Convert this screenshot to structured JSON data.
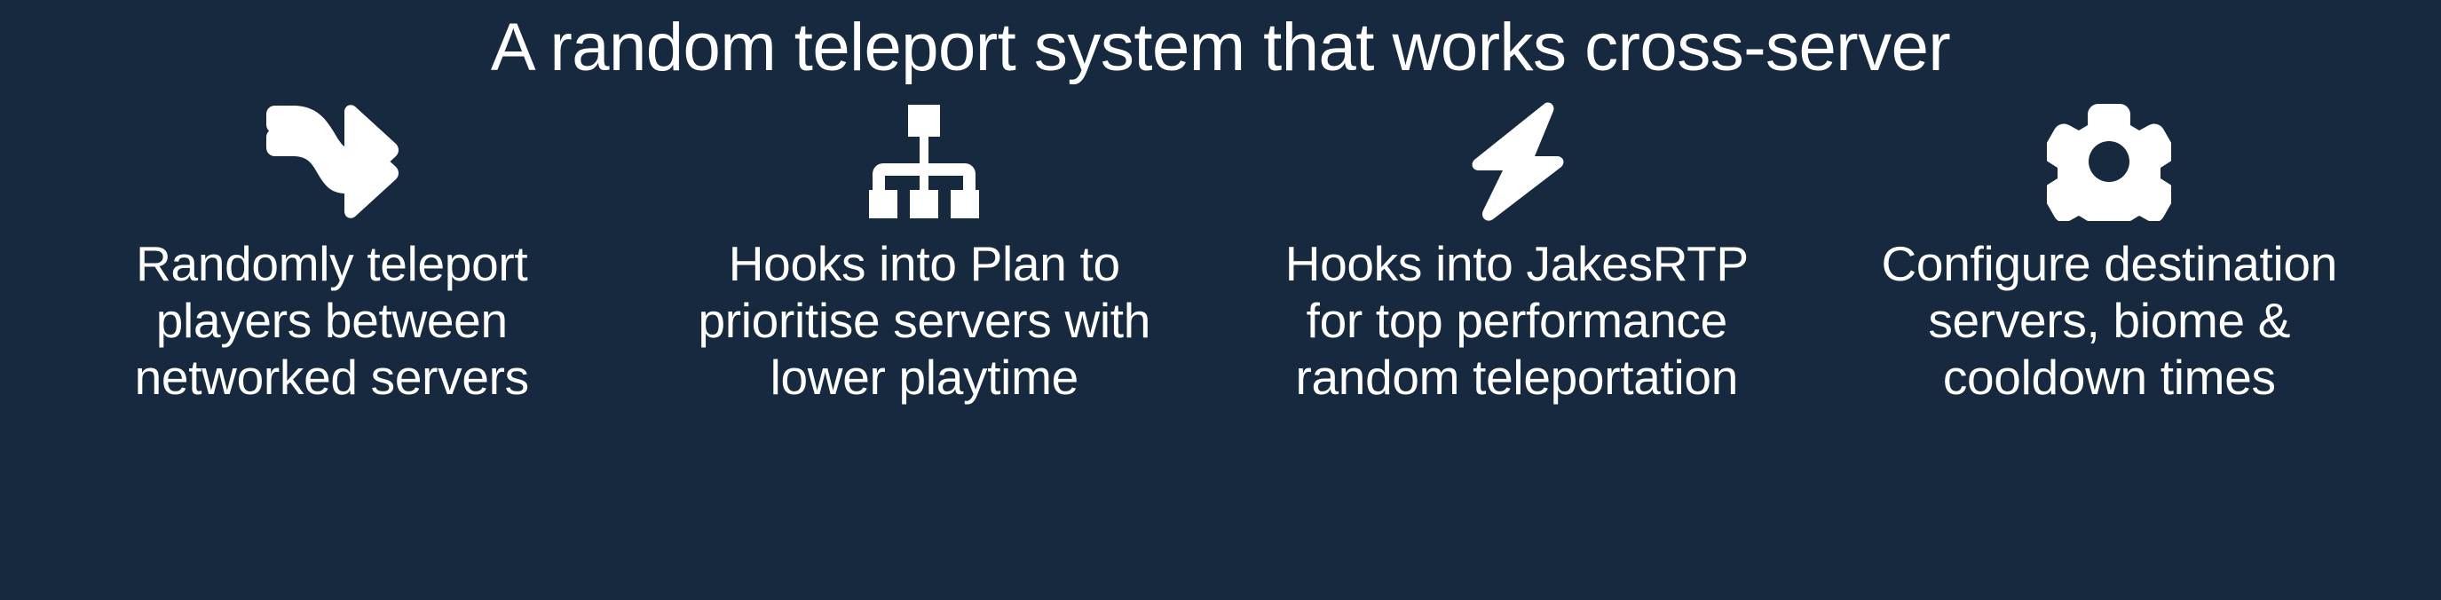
{
  "banner": {
    "headline": "A random teleport system that works cross-server",
    "background_color": "#16293f",
    "text_color": "#ffffff",
    "icon_color": "#ffffff"
  },
  "features": [
    {
      "icon": "shuffle-icon",
      "lines": [
        "Randomly teleport",
        "players between",
        "networked servers"
      ]
    },
    {
      "icon": "sitemap-icon",
      "lines": [
        "Hooks into Plan to",
        "prioritise servers with",
        "lower playtime"
      ]
    },
    {
      "icon": "lightning-bolt-icon",
      "lines": [
        "Hooks into JakesRTP",
        "for top performance",
        "random teleportation"
      ]
    },
    {
      "icon": "gear-icon",
      "lines": [
        "Configure destination",
        "servers, biome &",
        "cooldown times"
      ]
    }
  ]
}
